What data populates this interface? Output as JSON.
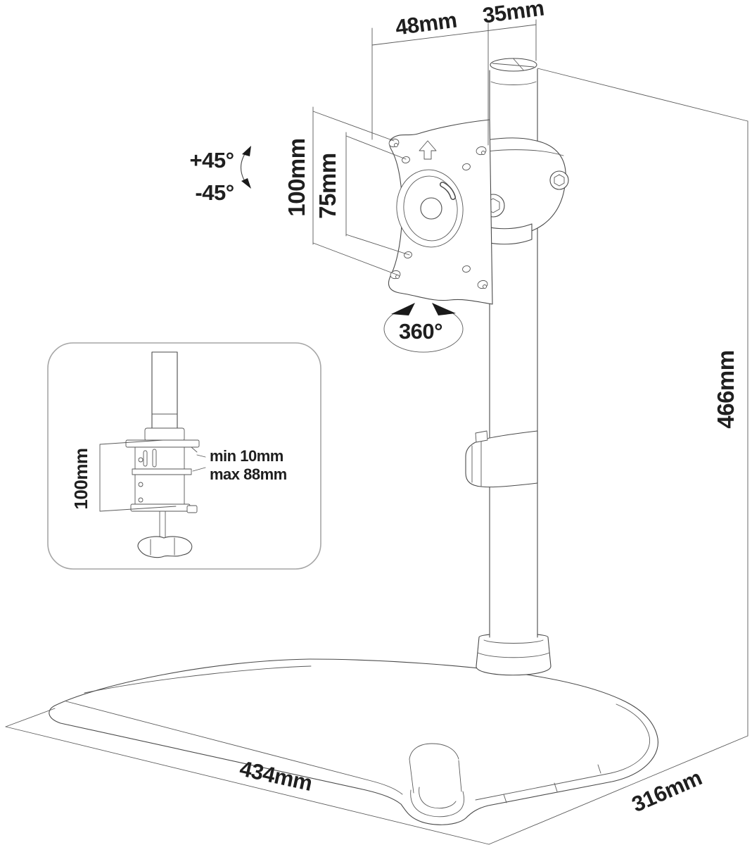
{
  "diagram": {
    "type": "technical-line-drawing",
    "subject": "Freestanding monitor desk stand with VESA mount, pole and weighted base",
    "colors": {
      "line": "#4a4a4a",
      "text": "#1f1f1f",
      "inset_border": "#a6a6a6",
      "background": "#ffffff"
    },
    "dimensions": {
      "pole_offset": "48mm",
      "pole_diameter": "35mm",
      "vesa_outer": "100mm",
      "vesa_inner": "75mm",
      "tilt_up": "+45°",
      "tilt_down": "-45°",
      "swivel": "360°",
      "height": "466mm",
      "base_width": "434mm",
      "base_depth": "316mm"
    },
    "inset": {
      "clamp_height": "100mm",
      "desk_min": "min 10mm",
      "desk_max": "max 88mm"
    }
  }
}
